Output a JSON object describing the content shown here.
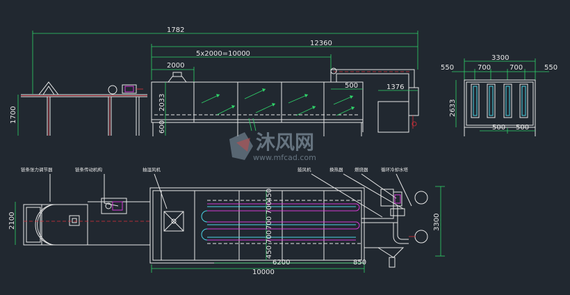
{
  "dimensions": {
    "top_total": "1782",
    "oven_total": "12360",
    "sections": "5x2000=10000",
    "section_width": "2000",
    "height_left": "1700",
    "height_mid": "2033",
    "height_low": "600",
    "offset_right": "500",
    "outlet_width": "1376",
    "side_width": "3300",
    "side_550_left": "550",
    "side_700_a": "700",
    "side_700_b": "700",
    "side_550_right": "550",
    "side_height": "2633",
    "side_500_a": "500",
    "side_500_b": "500",
    "plan_width": "2100",
    "plan_length": "10000",
    "plan_6200": "6200",
    "plan_850": "850",
    "plan_height": "3300",
    "plan_v_450_top": "450",
    "plan_v_700_a": "700",
    "plan_v_700_b": "700",
    "plan_v_700_c": "700",
    "plan_v_450_bottom": "450"
  },
  "notes": {
    "chain_tension": "链条张力调节器",
    "chain_drive": "链条传动机构",
    "exhaust_fan": "抽湿风机",
    "blower": "鼓风机",
    "heat_exchanger": "换热器",
    "burner": "燃烧器",
    "cooling_tower": "循环冷却水塔"
  },
  "watermark": {
    "brand": "沐风网",
    "url": "www.mfcad.com"
  },
  "colors": {
    "background": "#212830",
    "line": "#e8e8e8",
    "dim_green": "#2fd46a",
    "accent_red": "#e0303a",
    "pipe_magenta": "#d43ad4",
    "pipe_cyan": "#4ad4e6"
  }
}
